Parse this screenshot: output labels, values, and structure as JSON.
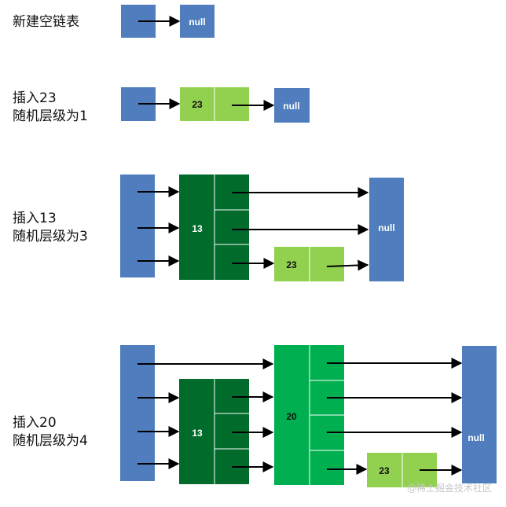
{
  "colors": {
    "blue": "#4f7dbd",
    "light_green": "#92d050",
    "mid_green": "#00b050",
    "dark_green": "#006b2b"
  },
  "steps": [
    {
      "lines": [
        "新建空链表"
      ]
    },
    {
      "lines": [
        "插入23",
        "随机层级为1"
      ]
    },
    {
      "lines": [
        "插入13",
        "随机层级为3"
      ]
    },
    {
      "lines": [
        "插入20",
        "随机层级为4"
      ]
    }
  ],
  "labels": {
    "null": "null",
    "n13": "13",
    "n20": "20",
    "n23": "23"
  },
  "watermark": "@稀土掘金技术社区"
}
